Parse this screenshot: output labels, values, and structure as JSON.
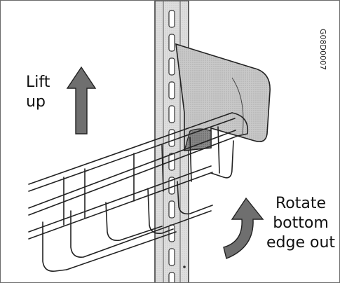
{
  "figure": {
    "code": "G08D0007",
    "lift_instruction": "Lift\nup",
    "rotate_instruction": {
      "line1": "Rotate",
      "line2": "bottom",
      "line3": "edge out"
    },
    "colors": {
      "ink": "#111111",
      "arrow_fill": "#6f6f6f",
      "bracket_fill": "#bdbdbd",
      "rail_fill": "#d6d6d6"
    },
    "icons": {
      "lift": "up-arrow-icon",
      "rotate": "curved-arrow-icon"
    }
  }
}
